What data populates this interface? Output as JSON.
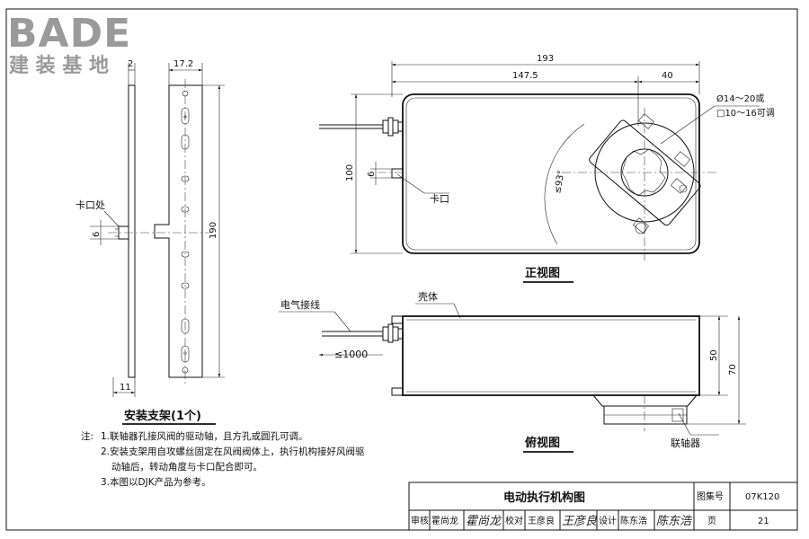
{
  "logo": {
    "brand": "BADE",
    "tagline": "建 装 基 地"
  },
  "bracket": {
    "title": "安装支架(1个)",
    "notch_label": "卡口处",
    "dims": {
      "top_small": "2",
      "top_width": "17.2",
      "height": "190",
      "notch": "6",
      "bottom": "11"
    }
  },
  "front_view": {
    "title": "正视图",
    "notch_label": "卡口",
    "hole_note_1": "Ø14～20或",
    "hole_note_2": "□10～16可调",
    "angle": "≤93°",
    "dims": {
      "total": "193",
      "left": "147.5",
      "right": "40",
      "height": "100",
      "notch": "6"
    }
  },
  "top_view": {
    "title": "俯视图",
    "wire_label": "电气接线",
    "shell_label": "壳体",
    "coupler_label": "联轴器",
    "dims": {
      "wire": "≤1000",
      "h50": "50",
      "h70": "70"
    }
  },
  "notes": {
    "prefix": "注:",
    "items": [
      "1.联轴器孔接风阀的驱动轴，且方孔或圆孔可调。",
      "2.安装支架用自攻螺丝固定在风阀阀体上，执行机构接好风阀驱",
      "动轴后，转动角度与卡口配合即可。",
      "3.本图以DJK产品为参考。"
    ]
  },
  "title_block": {
    "drawing_title": "电动执行机构图",
    "atlas_label": "图集号",
    "atlas_no": "07K120",
    "review_label": "审核",
    "reviewer": "霍尚龙",
    "reviewer_sig": "霍尚龙",
    "check_label": "校对",
    "checker": "王彦良",
    "checker_sig": "王彦良",
    "design_label": "设计",
    "designer": "陈东浩",
    "designer_sig": "陈东浩",
    "page_label": "页",
    "page_no": "21"
  }
}
